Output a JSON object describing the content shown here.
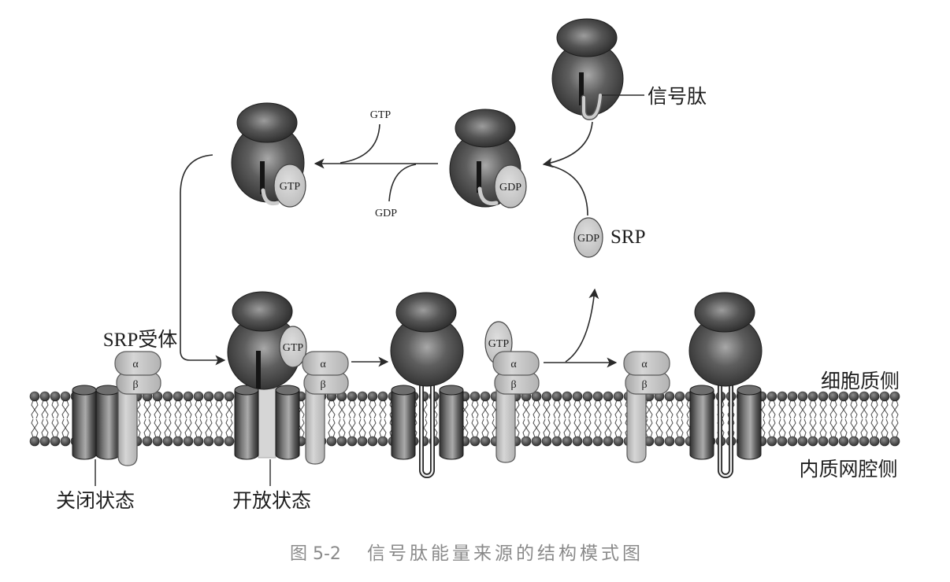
{
  "labels": {
    "signal_peptide": "信号肽",
    "gtp_in": "GTP",
    "gdp_out": "GDP",
    "srp": "SRP",
    "srp_receptor": "SRP受体",
    "closed_state": "关闭状态",
    "open_state": "开放状态",
    "cytosol_side": "细胞质侧",
    "er_lumen_side": "内质网腔侧"
  },
  "nucleotides": {
    "ribosome_srp_gtp": "GTP",
    "ribosome_srp_gdp": "GDP",
    "free_srp": "GDP",
    "docked_srp": "GTP",
    "released_srp": "GTP"
  },
  "receptor_subunits": {
    "alpha": "α",
    "beta": "β"
  },
  "caption": {
    "number": "图 5-2",
    "title": "信号肽能量来源的结构模式图"
  },
  "colors": {
    "caption": "#8a8a8a",
    "membrane_head": "#333333"
  }
}
